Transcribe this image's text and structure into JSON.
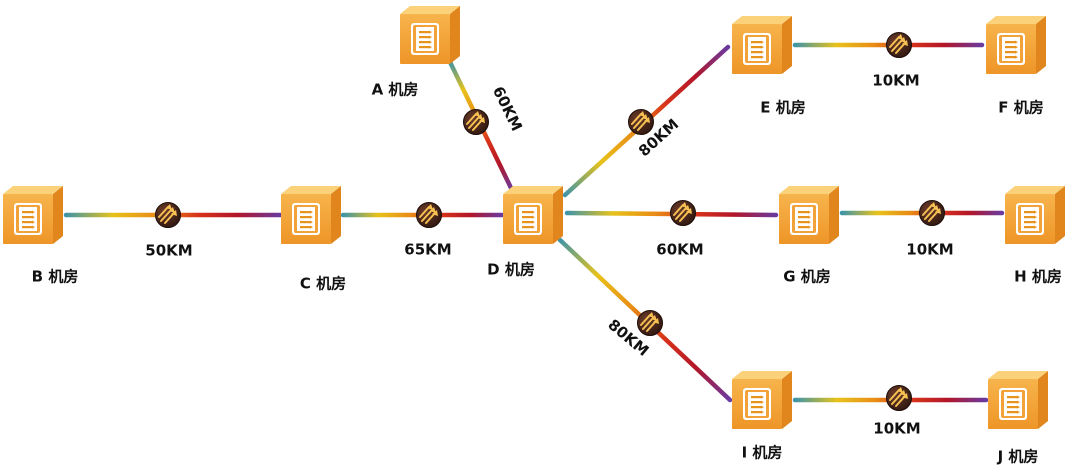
{
  "colors": {
    "background": "#ffffff",
    "node_face": "#f3a23c",
    "node_light": "#fbd27a",
    "node_dark": "#e0861c",
    "amplifier": "#3a1f16",
    "amplifier_arrow": "#f6c052"
  },
  "icons": {
    "node": "server-room-icon",
    "amplifier": "optical-amplifier-icon"
  },
  "nodes": [
    {
      "id": "A",
      "label": "A 机房"
    },
    {
      "id": "B",
      "label": "B 机房"
    },
    {
      "id": "C",
      "label": "C 机房"
    },
    {
      "id": "D",
      "label": "D 机房"
    },
    {
      "id": "E",
      "label": "E 机房"
    },
    {
      "id": "F",
      "label": "F 机房"
    },
    {
      "id": "G",
      "label": "G 机房"
    },
    {
      "id": "H",
      "label": "H 机房"
    },
    {
      "id": "I",
      "label": "I 机房"
    },
    {
      "id": "J",
      "label": "J 机房"
    }
  ],
  "links": [
    {
      "id": "B-C",
      "from": "B",
      "to": "C",
      "distance": "50KM"
    },
    {
      "id": "C-D",
      "from": "C",
      "to": "D",
      "distance": "65KM"
    },
    {
      "id": "A-D",
      "from": "A",
      "to": "D",
      "distance": "60KM"
    },
    {
      "id": "D-E",
      "from": "D",
      "to": "E",
      "distance": "80KM"
    },
    {
      "id": "E-F",
      "from": "E",
      "to": "F",
      "distance": "10KM"
    },
    {
      "id": "D-G",
      "from": "D",
      "to": "G",
      "distance": "60KM"
    },
    {
      "id": "G-H",
      "from": "G",
      "to": "H",
      "distance": "10KM"
    },
    {
      "id": "D-I",
      "from": "D",
      "to": "I",
      "distance": "80KM"
    },
    {
      "id": "I-J",
      "from": "I",
      "to": "J",
      "distance": "10KM"
    }
  ]
}
